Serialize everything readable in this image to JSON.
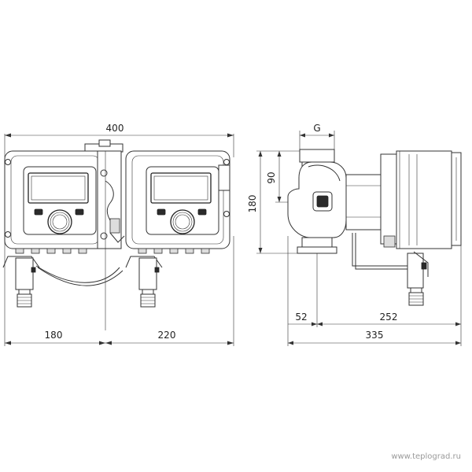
{
  "dimensions": {
    "overall_width": "400",
    "left_width": "180",
    "right_width": "220",
    "height_total": "180",
    "height_half": "90",
    "thread": "G",
    "offset_left": "52",
    "offset_right": "252",
    "depth_total": "335"
  },
  "watermark": "www.teplograd.ru"
}
